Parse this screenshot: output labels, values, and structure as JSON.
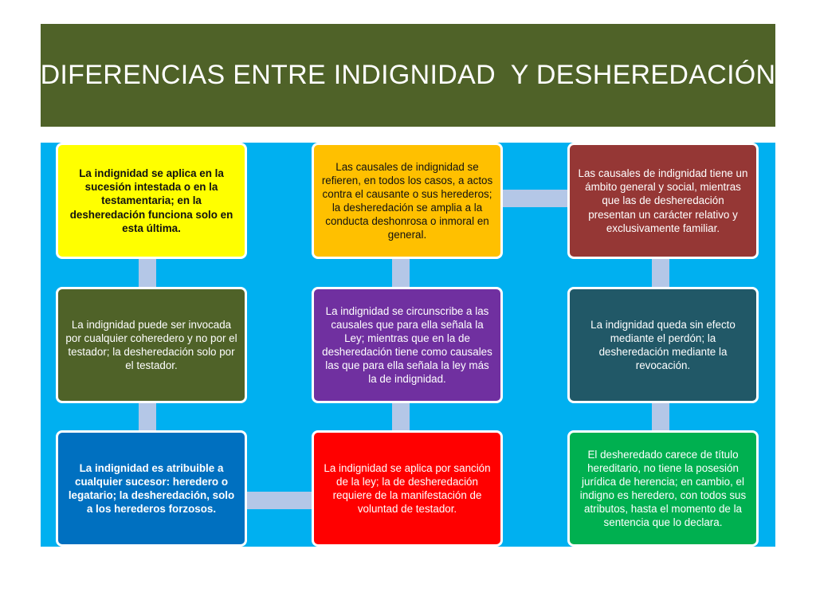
{
  "title": "DIFERENCIAS ENTRE INDIGNIDAD  Y DESHEREDACIÓN",
  "boxes": [
    {
      "text": "La indignidad se aplica en la sucesión  intestada  o en la testamentaria; en la desheredación  funciona  solo en esta última.",
      "color": "#ffff00"
    },
    {
      "text": "La indignidad  puede ser invocada por cualquier  coheredero y no por el testador;  la desheredación solo por el testador.",
      "color": "#4f6228"
    },
    {
      "text": "La indignidad es atribuible a cualquier sucesor: heredero o legatario; la desheredación, solo a los herederos forzosos.",
      "color": "#0070c0"
    },
    {
      "text": "Las causales de indignidad se refieren, en todos los casos,  a actos contra el causante  o sus herederos; la desheredación  se amplia a la conducta deshonrosa o inmoral en general.",
      "color": "#ffc000"
    },
    {
      "text": "La indignidad  se circunscribe  a las causales   que para ella  señala la Ley; mientras  que en la de desheredación  tiene como causales  las que para ella  señala la ley más la de indignidad.",
      "color": "#7030a0"
    },
    {
      "text": "La indignidad se aplica por sanción de la ley; la de desheredación requiere de la manifestación de voluntad  de testador.",
      "color": "#ff0000"
    },
    {
      "text": "Las causales de  indignidad  tiene un ámbito general  y social, mientras que  las de desheredación   presentan  un carácter  relativo y exclusivamente familiar.",
      "color": "#953735"
    },
    {
      "text": "La indignidad  queda  sin efecto mediante   el perdón; la desheredación  mediante la revocación.",
      "color": "#215867"
    },
    {
      "text": "El desheredado  carece  de título hereditario, no tiene la posesión jurídica de herencia; en cambio, el indigno es  heredero, con todos sus atributos,  hasta el momento de la sentencia que lo declara.",
      "color": "#00b050"
    }
  ],
  "colors": {
    "header": "#4f6228",
    "panel": "#00b0f0",
    "connector": "#b4c7e7"
  }
}
